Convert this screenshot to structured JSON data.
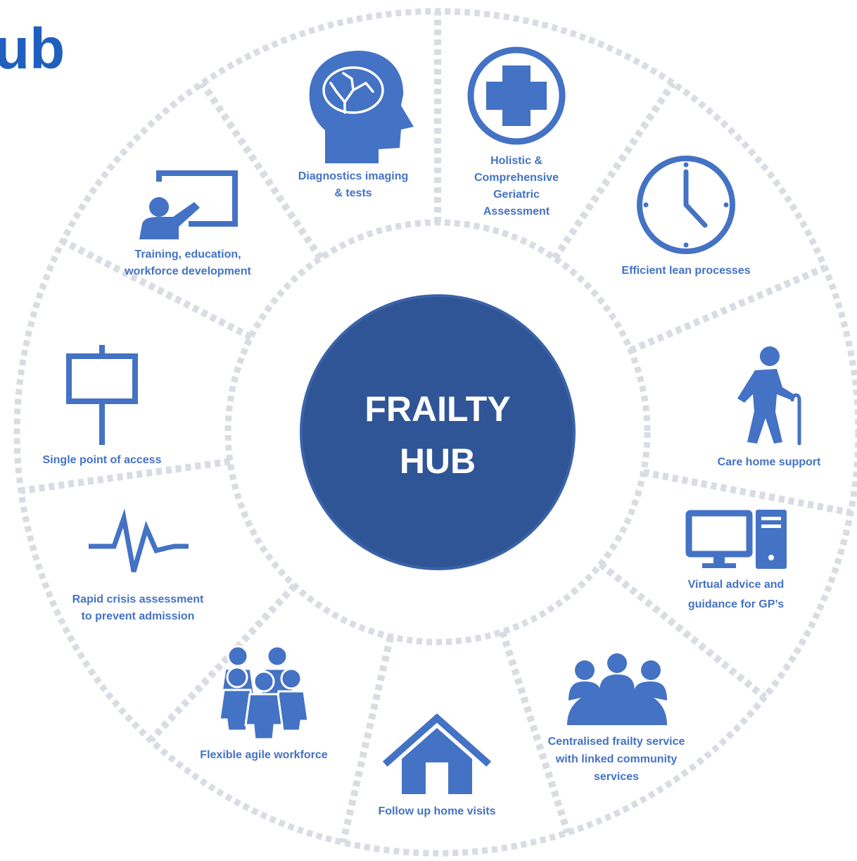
{
  "title_fragment": "ub",
  "hub": {
    "line1": "FRAILTY",
    "line2": "HUB"
  },
  "colors": {
    "hub_fill": "#2f5597",
    "icon_blue": "#4472c4",
    "label_blue": "#4472c4",
    "dash_gray": "#d9dce3",
    "title_blue": "#1f5fbf"
  },
  "segments": [
    {
      "icon": "brain-head-icon",
      "lines": [
        "Diagnostics imaging",
        "& tests"
      ]
    },
    {
      "icon": "medical-cross-icon",
      "lines": [
        "Holistic &",
        "Comprehensive",
        "Geriatric",
        "Assessment"
      ]
    },
    {
      "icon": "clock-icon",
      "lines": [
        "Efficient lean processes"
      ]
    },
    {
      "icon": "elderly-person-icon",
      "lines": [
        "Care home support"
      ]
    },
    {
      "icon": "computer-icon",
      "lines": [
        "Virtual advice and",
        "guidance for GP’s"
      ]
    },
    {
      "icon": "meeting-group-icon",
      "lines": [
        "Centralised frailty service",
        "with linked community",
        "services"
      ]
    },
    {
      "icon": "house-icon",
      "lines": [
        "Follow up home visits"
      ]
    },
    {
      "icon": "team-people-icon",
      "lines": [
        "Flexible agile workforce"
      ]
    },
    {
      "icon": "heartbeat-icon",
      "lines": [
        "Rapid crisis assessment",
        "to prevent admission"
      ]
    },
    {
      "icon": "signpost-icon",
      "lines": [
        "Single point of access"
      ]
    },
    {
      "icon": "teacher-board-icon",
      "lines": [
        "Training, education,",
        "workforce development"
      ]
    }
  ]
}
